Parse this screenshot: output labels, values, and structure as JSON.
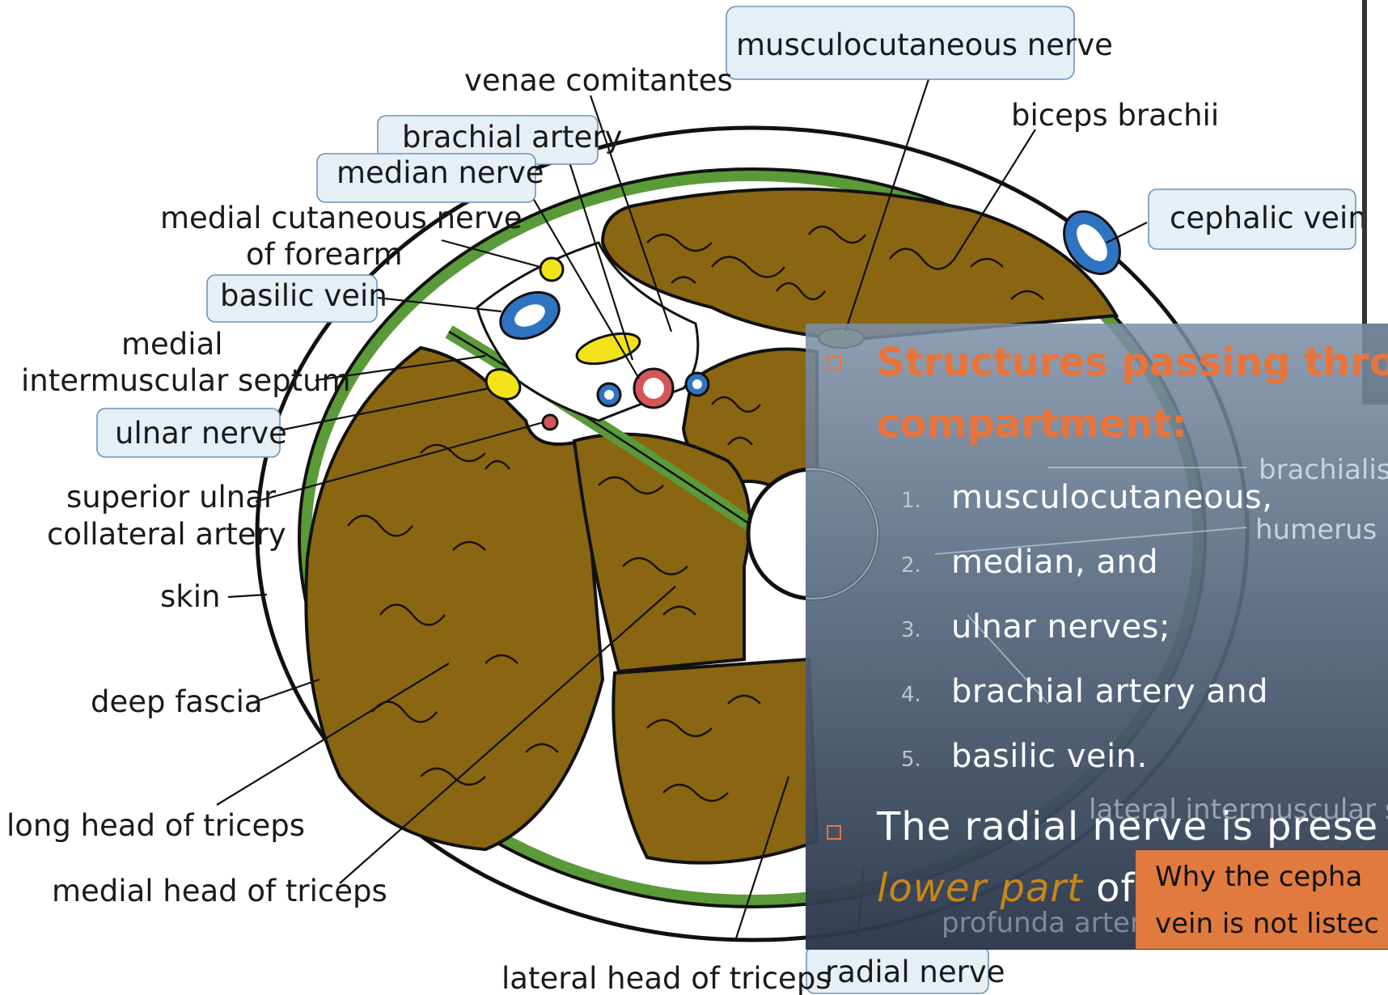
{
  "diagram": {
    "labels": {
      "musculocutaneous_nerve": "musculocutaneous nerve",
      "venae_comitantes": "venae comitantes",
      "biceps_brachii": "biceps brachii",
      "brachial_artery": "brachial artery",
      "median_nerve": "median nerve",
      "medial_cutaneous_1": "medial cutaneous nerve",
      "medial_cutaneous_2": "of forearm",
      "cephalic_vein": "cephalic vein",
      "basilic_vein": "basilic vein",
      "medial_septum_1": "medial",
      "medial_septum_2": "intermuscular septum",
      "ulnar_nerve": "ulnar nerve",
      "superior_ulnar_1": "superior ulnar",
      "superior_ulnar_2": "collateral artery",
      "skin": "skin",
      "deep_fascia": "deep fascia",
      "long_head": "long head of triceps",
      "medial_head": "medial head of triceps",
      "lateral_head": "lateral head of triceps",
      "radial_nerve": "radial nerve",
      "brachialis": "brachialis",
      "humerus": "humerus",
      "lateral_septum": "lateral intermuscular se",
      "profunda_artery": "profunda artery"
    },
    "colors": {
      "muscle": "#8a6612",
      "fascia_green": "#5a9a38",
      "nerve_yellow": "#f2e21a",
      "vein_blue": "#2f74c0",
      "artery_red": "#d4555a"
    }
  },
  "slide": {
    "heading_line1": "Structures passing throu",
    "heading_line2": "compartment:",
    "list": [
      {
        "num": "1.",
        "text": "musculocutaneous,"
      },
      {
        "num": "2.",
        "text": "median, and"
      },
      {
        "num": "3.",
        "text": "ulnar nerves;"
      },
      {
        "num": "4.",
        "text": "brachial artery and"
      },
      {
        "num": "5.",
        "text": "basilic vein."
      }
    ],
    "radial_line": "The radial nerve is prese",
    "lower_part": "lower part",
    "of_text": " of",
    "note_line1": "Why the cepha",
    "note_line2": "vein is not listec"
  }
}
